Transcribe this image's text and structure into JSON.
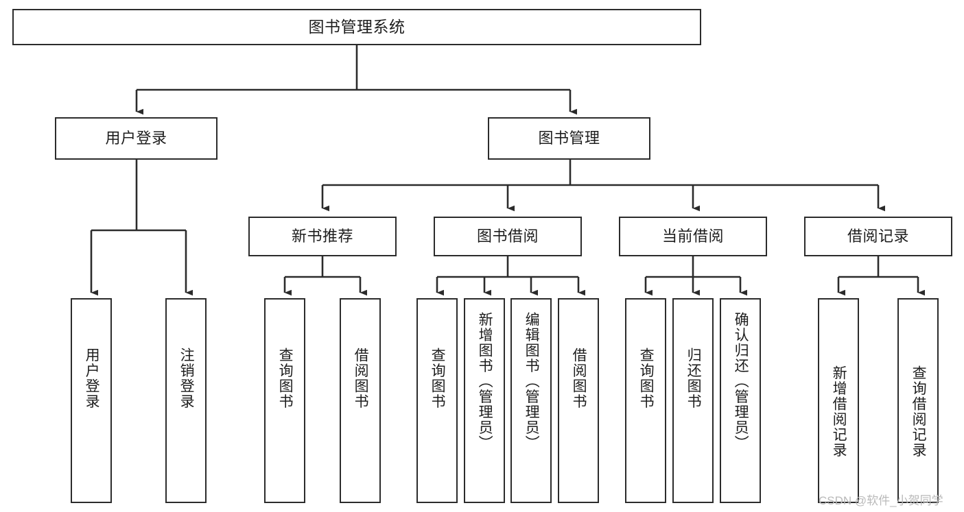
{
  "diagram": {
    "title": "图书管理系统",
    "type": "tree-hierarchy-chart",
    "colors": {
      "background": "#ffffff",
      "box_border": "#2b2b2b",
      "box_fill": "#ffffff",
      "edge": "#2b2b2b",
      "text": "#1d1d1d",
      "watermark": "#b9b9b9"
    },
    "root": {
      "label": "图书管理系统"
    },
    "level2": [
      {
        "label": "用户登录"
      },
      {
        "label": "图书管理"
      }
    ],
    "level3": [
      {
        "label": "新书推荐"
      },
      {
        "label": "图书借阅"
      },
      {
        "label": "当前借阅"
      },
      {
        "label": "借阅记录"
      }
    ],
    "leaves": {
      "user_login": [
        {
          "label": "用户登录"
        },
        {
          "label": "注销登录"
        }
      ],
      "new_book_recommend": [
        {
          "label": "查询图书"
        },
        {
          "label": "借阅图书"
        }
      ],
      "book_borrow": [
        {
          "label": "查询图书"
        },
        {
          "label": "新增图书（管理员）"
        },
        {
          "label": "编辑图书（管理员）"
        },
        {
          "label": "借阅图书"
        }
      ],
      "current_borrow": [
        {
          "label": "查询图书"
        },
        {
          "label": "归还图书"
        },
        {
          "label": "确认归还（管理员）"
        }
      ],
      "borrow_record": [
        {
          "label": "新增借阅记录"
        },
        {
          "label": "查询借阅记录"
        }
      ]
    }
  },
  "watermark": {
    "text": "CSDN @软件_小贺同学"
  }
}
